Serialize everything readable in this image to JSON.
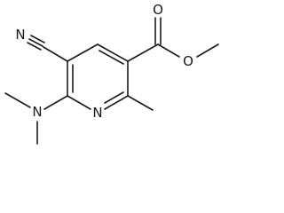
{
  "molecule": {
    "atoms": {
      "nitrile_n": "N",
      "amine_n": "N",
      "ring_n": "N",
      "carbonyl_o": "O",
      "ester_o": "O"
    }
  }
}
